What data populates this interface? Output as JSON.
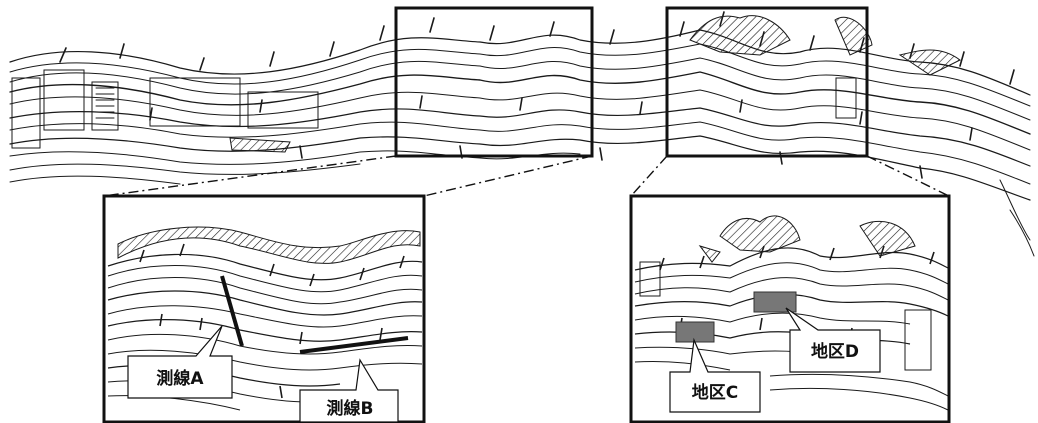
{
  "figure": {
    "callouts": {
      "survey_line_a": "測線A",
      "survey_line_b": "測線B",
      "district_c": "地区C",
      "district_d": "地区D"
    },
    "colors": {
      "ink": "#1a1a1a",
      "frame": "#111111",
      "district_fill": "#777777",
      "paper": "#ffffff"
    }
  }
}
